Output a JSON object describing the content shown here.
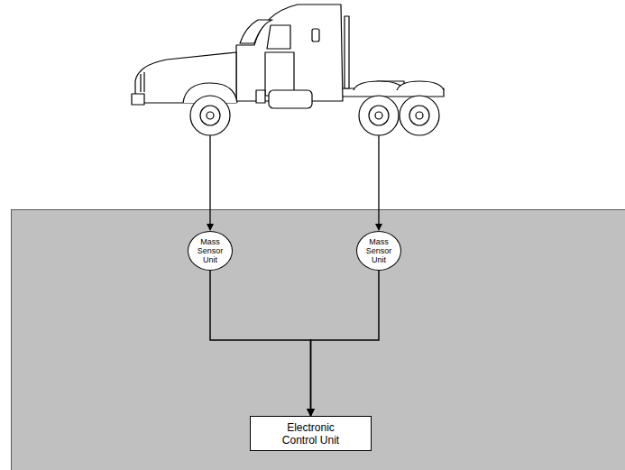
{
  "diagram": {
    "nodes": [
      {
        "text": [
          "Mass Sensor Unit"
        ]
      },
      {
        "text": [
          "Mass Sensor Unit"
        ]
      },
      {
        "text": [
          "Electronic Control Unit"
        ]
      }
    ],
    "edges": [
      {
        "from": 0,
        "to": 2,
        "arrow": "to"
      },
      {
        "from": 1,
        "to": 2,
        "arrow": "to"
      }
    ]
  }
}
